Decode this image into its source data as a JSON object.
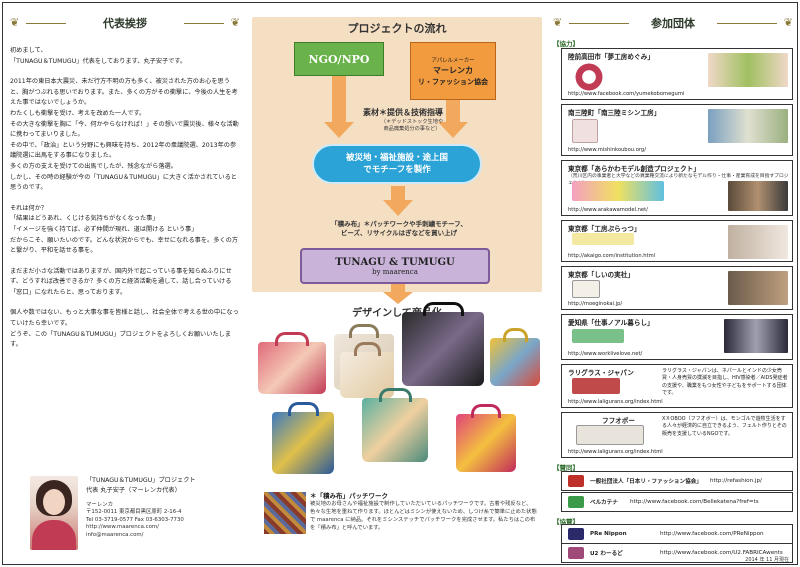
{
  "left": {
    "title": "代表挨拶",
    "paragraphs": [
      "初めまして、\n「TUNAGU＆TUMUGU」代表をしております、丸子安子です。",
      "2011年の東日本大震災、未だ行方不明の方も多く、被災された方のお心を思うと、胸がつぶれる思いでおります。また、多くの方がその衝撃に、今後の人生を考えた事ではないでしょうか。\nわたくしも衝撃を受け、考えを改めた一人です。\nその大きな衝撃を胸に「今、何かやらなければ！」その想いで震災後、様々な活動に携わってまいりました。\nその中で、「政治」という分野にも興味を持ち、2012年の衆議院選、2013年の参議院選に出馬をする事になりました。\n多くの方の支えを受けての出馬でしたが、残念ながら落選。\nしかし、その時の経験が今の「TUNAGU＆TUMUGU」に大きく活かされていると思うのです。",
      "それは何か？\n「結果はどうあれ、くじける気持ちがなくなった事」\n「イメージを強く持てば、必ず仲間が現れ、道は開ける という事」\nだからこそ、願いたいのです。どんな状況からでも、幸せになれる事を。多くの方と繋がり、平和を話せる事を。",
      "まだまだ小さな活動ではありますが、国内外で起こっている事を知らぬふりにせず、どうすれば改善できるか？多くの方と経済活動を通して、話し合っていける「窓口」になれたらと、思っております。",
      "個人や数ではない、もっと大事な事を皆様と話し、社会全体で考える世の中になっていけたら幸いです。\nどうぞ、この「TUNAGU＆TUMUGU」プロジェクトをよろしくお願いいたします。"
    ],
    "profile": {
      "project": "「TUNAGU＆TUMUGU」プロジェクト",
      "rep": "代表  丸子安子（マーレンカ代表）",
      "company": "マーレンカ",
      "address": "〒152-0011 東京都目黒区原町 2-16-4",
      "tel": "Tel 03-3719-0577  Fax 03-6303-7730",
      "web": "http://www.maarenca.com/",
      "mail": "info@maarenca.com/"
    }
  },
  "center": {
    "title": "プロジェクトの流れ",
    "ngo": "NGO/NPO",
    "apparel_small": "アパレルメーカー",
    "apparel_name": "マーレンカ",
    "apparel_assoc": "リ・ファッション協会",
    "material": "素材＊提供＆技術指導",
    "material_sub": "（＊デッドストック生地や\n商品廃棄処分の事など）",
    "disaster_1": "被災地・福祉施設・途上国",
    "disaster_2": "でモチーフを製作",
    "process": "「積み布」＊パッチワークや手刺繍モチーフ、\nビーズ、リサイクルはぎなどを買い上げ",
    "brand": "TUNAGU & TUMUGU",
    "brand_by": "by maarenca",
    "design": "デザインして商品化",
    "patch_title": "＊「積み布」パッチワーク",
    "patch_body": "被災地のお母さんや福祉施設で制作していただいているパッチワークです。古着や残反など、色々な生地を重ねて作ります。ほとんどはミシンが使えないため、しつけ糸で簡単に止めた状態で maarenca に納品。それをミシンステッチでパッチワークを完成させます。私たちはこの布を「積み布」と呼んでいます。"
  },
  "right": {
    "title": "参加団体",
    "cat_kyoryoku": "【協力】",
    "orgs": [
      {
        "name": "陸前高田市「夢工房めぐみ」",
        "url": "http://www.facebook.com/yumekobomegumi"
      },
      {
        "name": "南三陸町「南三陸ミシン工房」",
        "url": "http://www.mishinkoubou.org/"
      },
      {
        "name": "東京都「あらかわモデル創造プロジェクト」",
        "sub": "（荒川区内の事業者と大学などの異業種交流により新たなモデル作り・仕事・産業育成を目指すプロジェクト）",
        "url": "http://www.arakawamodel.net/"
      },
      {
        "name": "東京都「工房ぷらっつ」",
        "url": "http://akaigo.com/institution.html"
      },
      {
        "name": "東京都「しいの実社」",
        "url": "http://moeginokai.jp/"
      },
      {
        "name": "愛知県「仕事ノアル暮らし」",
        "url": "http://www.worklivelove.net/"
      },
      {
        "name": "ラリグラス・ジャパン",
        "desc": "ラリグラス・ジャパンは、ネパールとインドの少女売買・人身売買の撲滅を目指し、HIV感染者／AIDS発症者の支援や、職業をもつ女性や子どもをサポートする団体です。",
        "url": "http://www.laligurans.org/index.html"
      },
      {
        "name": "フフオボー",
        "desc": "XＸOBOO（フフオボー）は、モンゴルで遊牧生活をする人々が経済的に自立できるよう、フェルト作りとその販売を支援しているNGOです。",
        "url": "http://www.laligurans.org/index.html"
      }
    ],
    "cat_sansan": "【賛同】",
    "supporters": [
      {
        "name": "一般社団法人「日本リ・ファッション協会」",
        "url": "http://refashion.jp/"
      },
      {
        "name": "ベルカテナ",
        "url": "http://www.facebook.com/Bellekatena?fref=ts"
      }
    ],
    "cat_kyosan": "【協賛】",
    "sponsors": [
      {
        "name": "PRe Nippon",
        "url": "http://www.facebook.com/PReNippon"
      },
      {
        "name": "U2 わーるど",
        "url": "http://www.facebook.com/U2.FABRICAwents"
      }
    ],
    "date": "2014 年 11 月現在"
  }
}
